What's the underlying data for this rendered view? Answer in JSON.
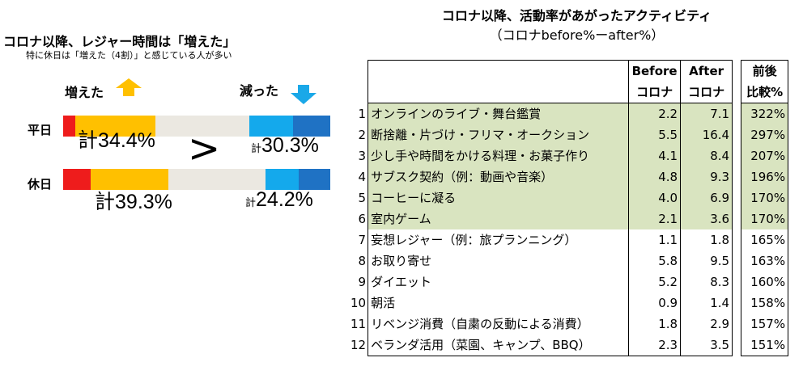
{
  "left": {
    "title": "コロナ以降、レジャー時間は「増えた」",
    "subtitle": "特に休日は「増えた（4割）」と感じている人が多い",
    "increase_label": "増えた",
    "decrease_label": "減った",
    "comparison_symbol": ">",
    "colors": {
      "increase_strong": "#ee1c1c",
      "increase_some": "#ffc000",
      "neutral": "#ebe8e1",
      "decrease_some": "#14a9ec",
      "decrease_strong": "#1f72c4",
      "arrow_up": "#ffc000",
      "arrow_down": "#1aa8e8"
    },
    "rows": [
      {
        "label": "平日",
        "total_prefix": "計",
        "increase_total": "34.4%",
        "decrease_total": "30.3%"
      },
      {
        "label": "休日",
        "total_prefix": "計",
        "increase_total": "39.3%",
        "decrease_total": "24.2%"
      }
    ]
  },
  "chart_data": {
    "type": "bar",
    "stacked": true,
    "orientation": "horizontal",
    "title": "コロナ以降、レジャー時間は「増えた」",
    "subtitle": "特に休日は「増えた（4割）」と感じている人が多い",
    "categories": [
      "平日",
      "休日"
    ],
    "xlim": [
      0,
      100
    ],
    "series": [
      {
        "name": "",
        "color": "#ee1c1c",
        "values": [
          4.6,
          10.4
        ]
      },
      {
        "name": "",
        "color": "#ffc000",
        "values": [
          29.8,
          28.9
        ]
      },
      {
        "name": "",
        "color": "#ebe8e1",
        "values": [
          35.3,
          36.5
        ]
      },
      {
        "name": "",
        "color": "#14a9ec",
        "values": [
          16.5,
          12.4
        ]
      },
      {
        "name": "",
        "color": "#1f72c4",
        "values": [
          13.8,
          11.8
        ]
      }
    ],
    "annotations": [
      {
        "category": "平日",
        "increase_total": 34.4,
        "decrease_total": 30.3
      },
      {
        "category": "休日",
        "increase_total": 39.3,
        "decrease_total": 24.2
      }
    ],
    "legend": false,
    "grid": false
  },
  "table": {
    "title": "コロナ以降、活動率があがったアクティビティ",
    "subtitle": "（コロナbefore%ーafter%）",
    "highlight_color": "#d9e4c0",
    "headers": {
      "before_line1": "Before",
      "before_line2": "コロナ",
      "after_line1": "After",
      "after_line2": "コロナ",
      "ratio_line1": "前後",
      "ratio_line2": "比較%"
    },
    "rows": [
      {
        "rank": "1",
        "name": "オンラインのライブ・舞台鑑賞",
        "before": "2.2",
        "after": "7.1",
        "ratio": "322%",
        "highlight": true
      },
      {
        "rank": "2",
        "name": "断捨離・片づけ・フリマ・オークション",
        "before": "5.5",
        "after": "16.4",
        "ratio": "297%",
        "highlight": true
      },
      {
        "rank": "3",
        "name": "少し手や時間をかける料理・お菓子作り",
        "before": "4.1",
        "after": "8.4",
        "ratio": "207%",
        "highlight": true
      },
      {
        "rank": "4",
        "name": "サブスク契約（例：動画や音楽）",
        "before": "4.8",
        "after": "9.3",
        "ratio": "196%",
        "highlight": true
      },
      {
        "rank": "5",
        "name": "コーヒーに凝る",
        "before": "4.0",
        "after": "6.9",
        "ratio": "170%",
        "highlight": true
      },
      {
        "rank": "6",
        "name": "室内ゲーム",
        "before": "2.1",
        "after": "3.6",
        "ratio": "170%",
        "highlight": true
      },
      {
        "rank": "7",
        "name": "妄想レジャー（例：旅プランニング）",
        "before": "1.1",
        "after": "1.8",
        "ratio": "165%",
        "highlight": false
      },
      {
        "rank": "8",
        "name": "お取り寄せ",
        "before": "5.8",
        "after": "9.5",
        "ratio": "163%",
        "highlight": false
      },
      {
        "rank": "9",
        "name": "ダイエット",
        "before": "5.2",
        "after": "8.3",
        "ratio": "160%",
        "highlight": false
      },
      {
        "rank": "10",
        "name": "朝活",
        "before": "0.9",
        "after": "1.4",
        "ratio": "158%",
        "highlight": false
      },
      {
        "rank": "11",
        "name": "リベンジ消費（自粛の反動による消費）",
        "before": "1.8",
        "after": "2.9",
        "ratio": "157%",
        "highlight": false
      },
      {
        "rank": "12",
        "name": "ベランダ活用（菜園、キャンプ、BBQ）",
        "before": "2.3",
        "after": "3.5",
        "ratio": "151%",
        "highlight": false
      }
    ]
  }
}
